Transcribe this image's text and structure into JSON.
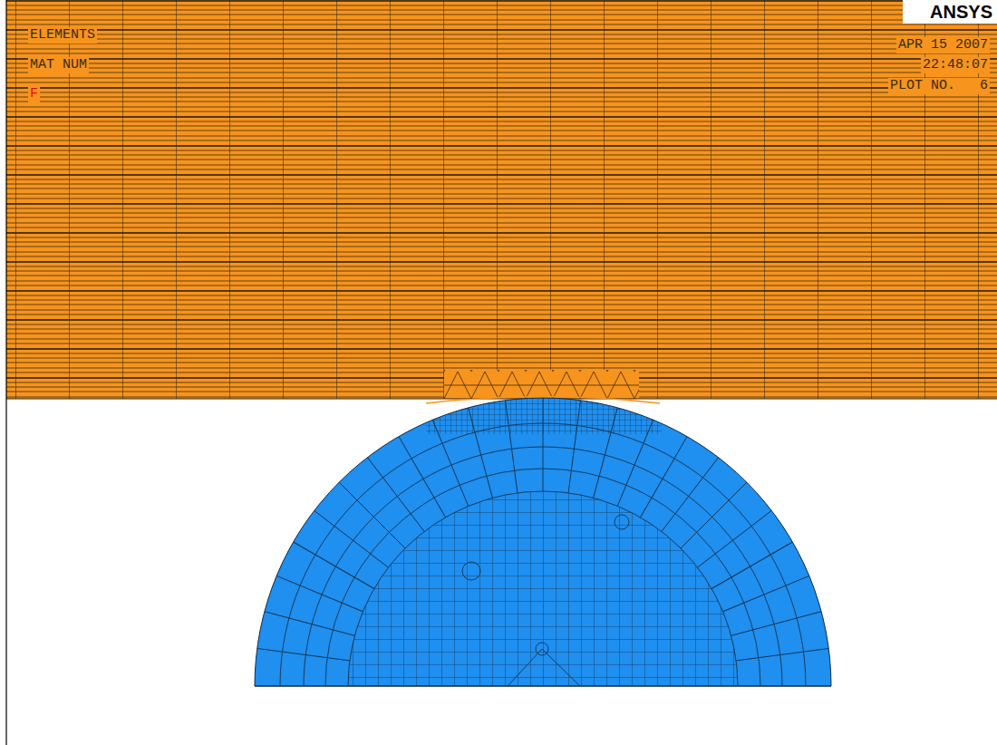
{
  "diagram": {
    "labels": [
      "ELEMENTS",
      "MAT NUM",
      "F",
      "APR 15 2007",
      "22:48:07",
      "PLOT NO.   6",
      "ANSYS"
    ]
  }
}
